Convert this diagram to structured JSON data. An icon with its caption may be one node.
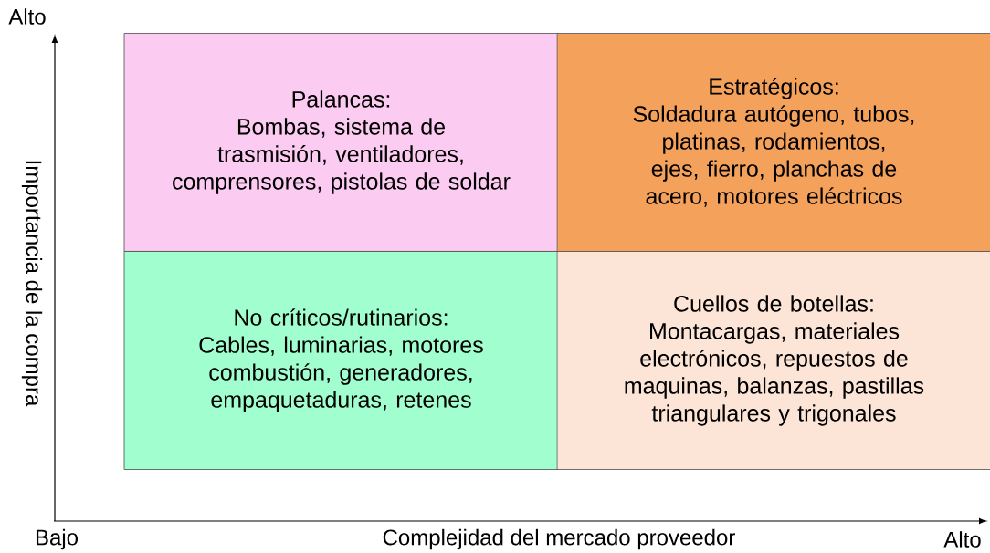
{
  "diagram": {
    "nodes": [
      {
        "text": [
          "Palancas:",
          "Bombas, sistema de trasmisión, ventiladores, comprensores, pistolas de soldar"
        ]
      },
      {
        "text": [
          "Estratégicos:",
          "Soldadura autógeno, tubos, platinas, rodamientos, ejes, fierro, planchas de acero, motores eléctricos"
        ]
      },
      {
        "text": [
          "No críticos/rutinarios:",
          "Cables, luminarias, motores combustión, generadores, empaquetaduras, retenes"
        ]
      },
      {
        "text": [
          "Cuellos de botellas:",
          "Montacargas, materiales electrónicos, repuestos de maquinas, balanzas, pastillas triangulares y trigonales"
        ]
      }
    ],
    "labels": [
      "Alto",
      "Importancia de la compra",
      "Bajo",
      "Complejidad del mercado proveedor",
      "Alto"
    ]
  }
}
